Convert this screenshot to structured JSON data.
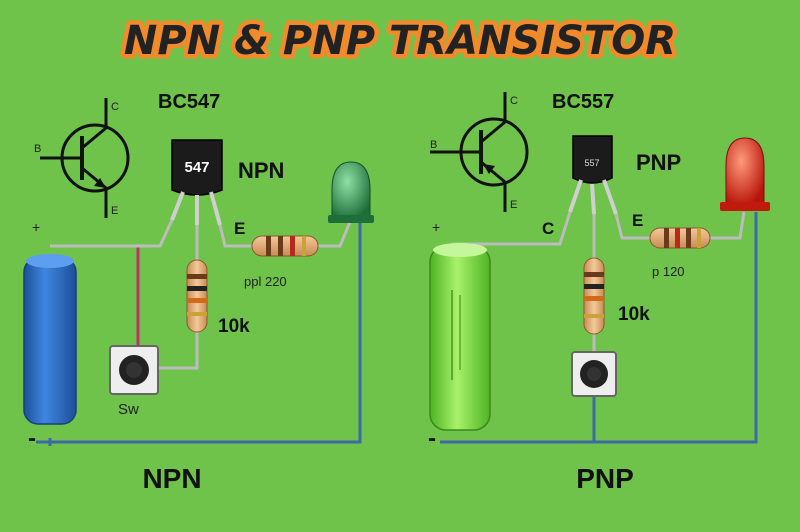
{
  "title": "NPN & PNP TRANSISTOR",
  "colors": {
    "background": "#6fc24a",
    "title_fill": "#222222",
    "title_glow": "#f08a2a",
    "wire": "#3d6aa6",
    "wire_pos": "#c0306a",
    "battery_blue": "#2a6fc9",
    "battery_green": "#7ee04a",
    "led_green": "#2d8a4a",
    "led_red": "#e22a1a"
  },
  "npn": {
    "part_number": "BC547",
    "package_text": "547",
    "type_label": "NPN",
    "pin_b": "B",
    "pin_c": "C",
    "pin_e": "E",
    "emitter_label": "E",
    "resistor_label": "ppl 220",
    "base_resistor_label": "10k",
    "switch_label": "Sw",
    "plus": "+",
    "minus": "-",
    "bottom_label": "NPN"
  },
  "pnp": {
    "part_number": "BC557",
    "package_text": "557",
    "type_label": "PNP",
    "pin_b": "B",
    "pin_c": "C",
    "pin_e": "E",
    "collector_label": "C",
    "emitter_label": "E",
    "resistor_label": "p 120",
    "base_resistor_label": "10k",
    "plus": "+",
    "minus": "-",
    "bottom_label": "PNP"
  }
}
